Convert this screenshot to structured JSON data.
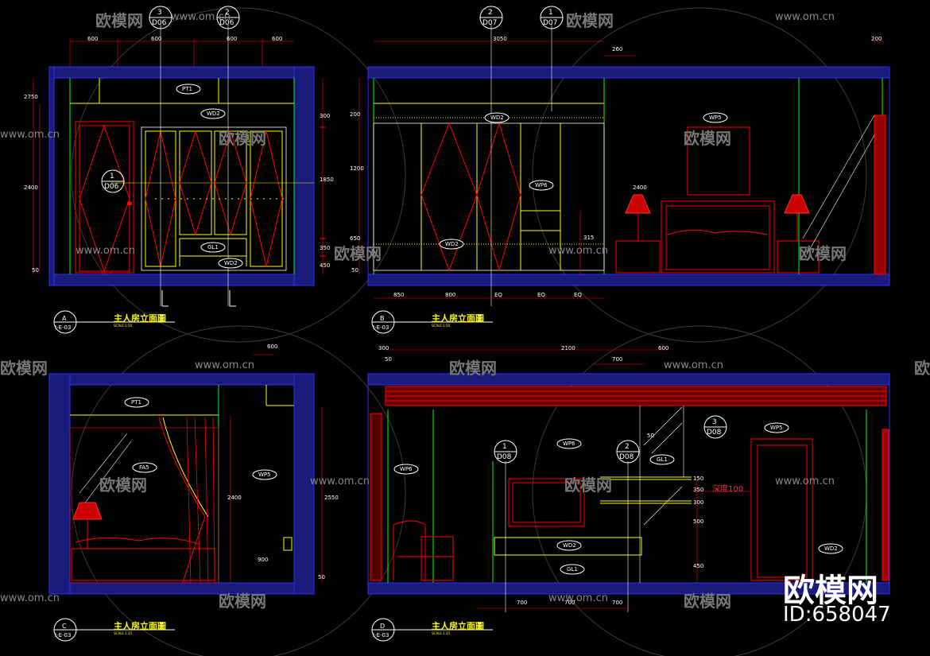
{
  "watermark": {
    "url": "www.om.cn",
    "logo_text": "欧模网"
  },
  "brand": {
    "name": "欧模网",
    "id_label": "ID:658047"
  },
  "elevations": [
    {
      "ref_letter": "A",
      "ref_sheet": "I-E-03",
      "title": "主人房立面圖",
      "scale": "SCALE 1:50"
    },
    {
      "ref_letter": "B",
      "ref_sheet": "I-E-03",
      "title": "主人房立面圖",
      "scale": "SCALE 1:50"
    },
    {
      "ref_letter": "C",
      "ref_sheet": "I-E-03",
      "title": "主人房立面圖",
      "scale": "SCALE 1:25"
    },
    {
      "ref_letter": "D",
      "ref_sheet": "I-E-03",
      "title": "主人房立面圖",
      "scale": "SCALE 1:25"
    }
  ],
  "detail_bubbles": [
    {
      "num": "3",
      "sheet": "D06"
    },
    {
      "num": "2",
      "sheet": "D06"
    },
    {
      "num": "1",
      "sheet": "D06"
    },
    {
      "num": "2",
      "sheet": "D07"
    },
    {
      "num": "1",
      "sheet": "D07"
    },
    {
      "num": "1",
      "sheet": "D08"
    },
    {
      "num": "2",
      "sheet": "D08"
    },
    {
      "num": "3",
      "sheet": "D08"
    }
  ],
  "material_tags": {
    "a_pt1": "PT1",
    "a_wd2_top": "WD2",
    "a_gl1": "GL1",
    "a_wd2_bot": "WD2",
    "b_wd2_top": "WD2",
    "b_wp5": "WP5",
    "b_wp6": "WP6",
    "b_wd2_bot": "WD2",
    "c_pt1": "PT1",
    "c_fa5": "FA5",
    "c_wp5": "WP5",
    "d_wp6_l": "WP6",
    "d_wp6": "WP6",
    "d_wp5": "WP5",
    "d_gl1_top": "GL1",
    "d_wd2": "WD2",
    "d_gl1_bot": "GL1",
    "d_wd2_r": "WD2"
  },
  "depth_note": "深度100",
  "dimensions": {
    "a_top": [
      "600",
      "600",
      "600",
      "600"
    ],
    "a_left": [
      "2750",
      "2400",
      "50"
    ],
    "a_right": [
      "300",
      "1850",
      "350",
      "450"
    ],
    "b_top": [
      "3050",
      "260",
      "200"
    ],
    "b_left": [
      "200",
      "1200",
      "650",
      "50"
    ],
    "b_bottom": [
      "850",
      "800",
      "EQ",
      "EQ",
      "EQ"
    ],
    "b_mid": [
      "2400",
      "315"
    ],
    "c_top": [
      "600"
    ],
    "c_right": [
      "2400",
      "2550",
      "900",
      "50"
    ],
    "d_top": [
      "300",
      "2100",
      "600",
      "700",
      "50"
    ],
    "d_right": [
      "150",
      "350",
      "300",
      "500",
      "450"
    ],
    "d_bottom": [
      "700",
      "700",
      "700"
    ],
    "d_mid": [
      "50"
    ]
  }
}
